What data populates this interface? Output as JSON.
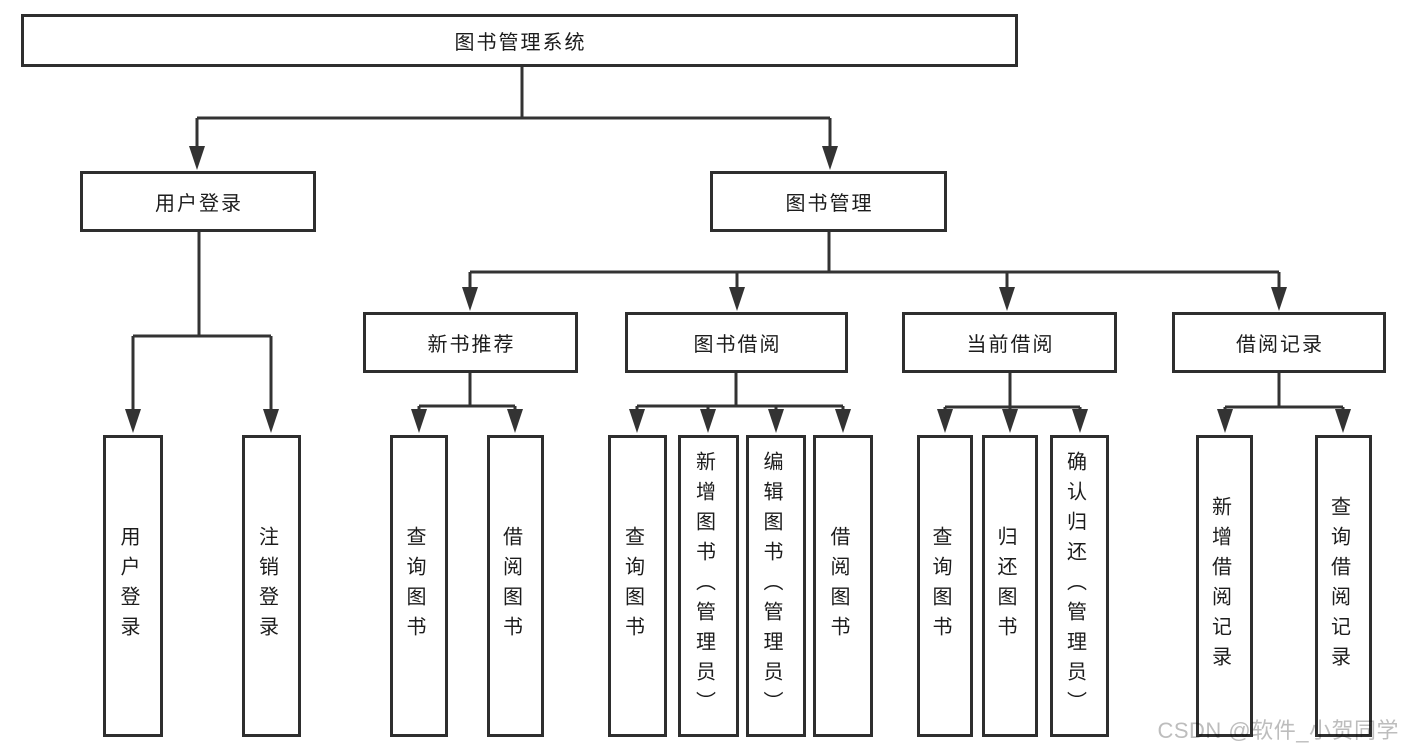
{
  "diagram": {
    "root": {
      "label": "图书管理系统",
      "children": [
        {
          "label": "用户登录",
          "children": [
            {
              "label": "用户登录"
            },
            {
              "label": "注销登录"
            }
          ]
        },
        {
          "label": "图书管理",
          "children": [
            {
              "label": "新书推荐",
              "children": [
                {
                  "label": "查询图书"
                },
                {
                  "label": "借阅图书"
                }
              ]
            },
            {
              "label": "图书借阅",
              "children": [
                {
                  "label": "查询图书"
                },
                {
                  "label": "新增图书（管理员）"
                },
                {
                  "label": "编辑图书（管理员）"
                },
                {
                  "label": "借阅图书"
                }
              ]
            },
            {
              "label": "当前借阅",
              "children": [
                {
                  "label": "查询图书"
                },
                {
                  "label": "归还图书"
                },
                {
                  "label": "确认归还（管理员）"
                }
              ]
            },
            {
              "label": "借阅记录",
              "children": [
                {
                  "label": "新增借阅记录"
                },
                {
                  "label": "查询借阅记录"
                }
              ]
            }
          ]
        }
      ]
    },
    "colors": {
      "line": "#333333",
      "border": "#2e2e2e",
      "text": "#1c1c1c",
      "background": "#ffffff",
      "watermark": "#bdbdbd"
    }
  },
  "watermark": {
    "text": "CSDN @软件_小贺同学"
  }
}
